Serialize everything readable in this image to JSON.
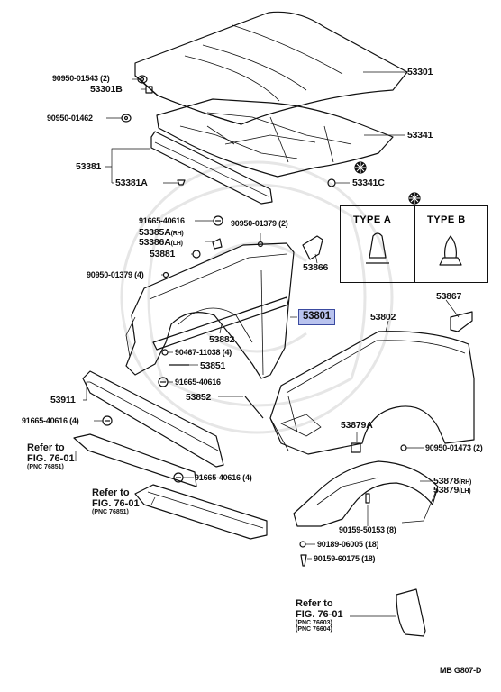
{
  "labels": {
    "p90950_01543": "90950-01543 (2)",
    "p53301": "53301",
    "p53301B": "53301B",
    "p90950_01462": "90950-01462",
    "p53341": "53341",
    "p53381": "53381",
    "p53381A": "53381A",
    "p53341C": "53341C",
    "p91665_40616a": "91665-40616",
    "p90950_01379_2": "90950-01379 (2)",
    "p53385A": "53385A",
    "p53385A_side": "(RH)",
    "p53386A": "53386A",
    "p53386A_side": "(LH)",
    "p53881": "53881",
    "p53866": "53866",
    "p90950_01379_4": "90950-01379 (4)",
    "p53867": "53867",
    "p53801": "53801",
    "p53802": "53802",
    "p53882": "53882",
    "p90467_11038": "90467-11038 (4)",
    "p53851": "53851",
    "p91665_40616b": "91665-40616",
    "p53852": "53852",
    "p53911": "53911",
    "p91665_40616_4a": "91665-40616 (4)",
    "p53879A": "53879A",
    "p90950_01473": "90950-01473 (2)",
    "p91665_40616_4b": "91665-40616 (4)",
    "p53878": "53878",
    "p53878_side": "(RH)",
    "p53879": "53879",
    "p53879_side": "(LH)",
    "p90159_50153": "90159-50153 (8)",
    "p90189_06005": "90189-06005 (18)",
    "p90159_60175": "90159-60175 (18)",
    "code": "MB  G807-D"
  },
  "type_box": {
    "type_a": "TYPE  A",
    "type_b": "TYPE  B"
  },
  "refs": [
    {
      "line1": "Refer to",
      "line2": "FIG. 76-01",
      "line3": "(PNC 76851)"
    },
    {
      "line1": "Refer to",
      "line2": "FIG. 76-01",
      "line3": "(PNC 76851)"
    },
    {
      "line1": "Refer to",
      "line2": "FIG. 76-01",
      "line3": "(PNC 76603)",
      "line4": "(PNC 76604)"
    }
  ],
  "colors": {
    "line": "#111111",
    "highlight": "#b9c3ee"
  }
}
